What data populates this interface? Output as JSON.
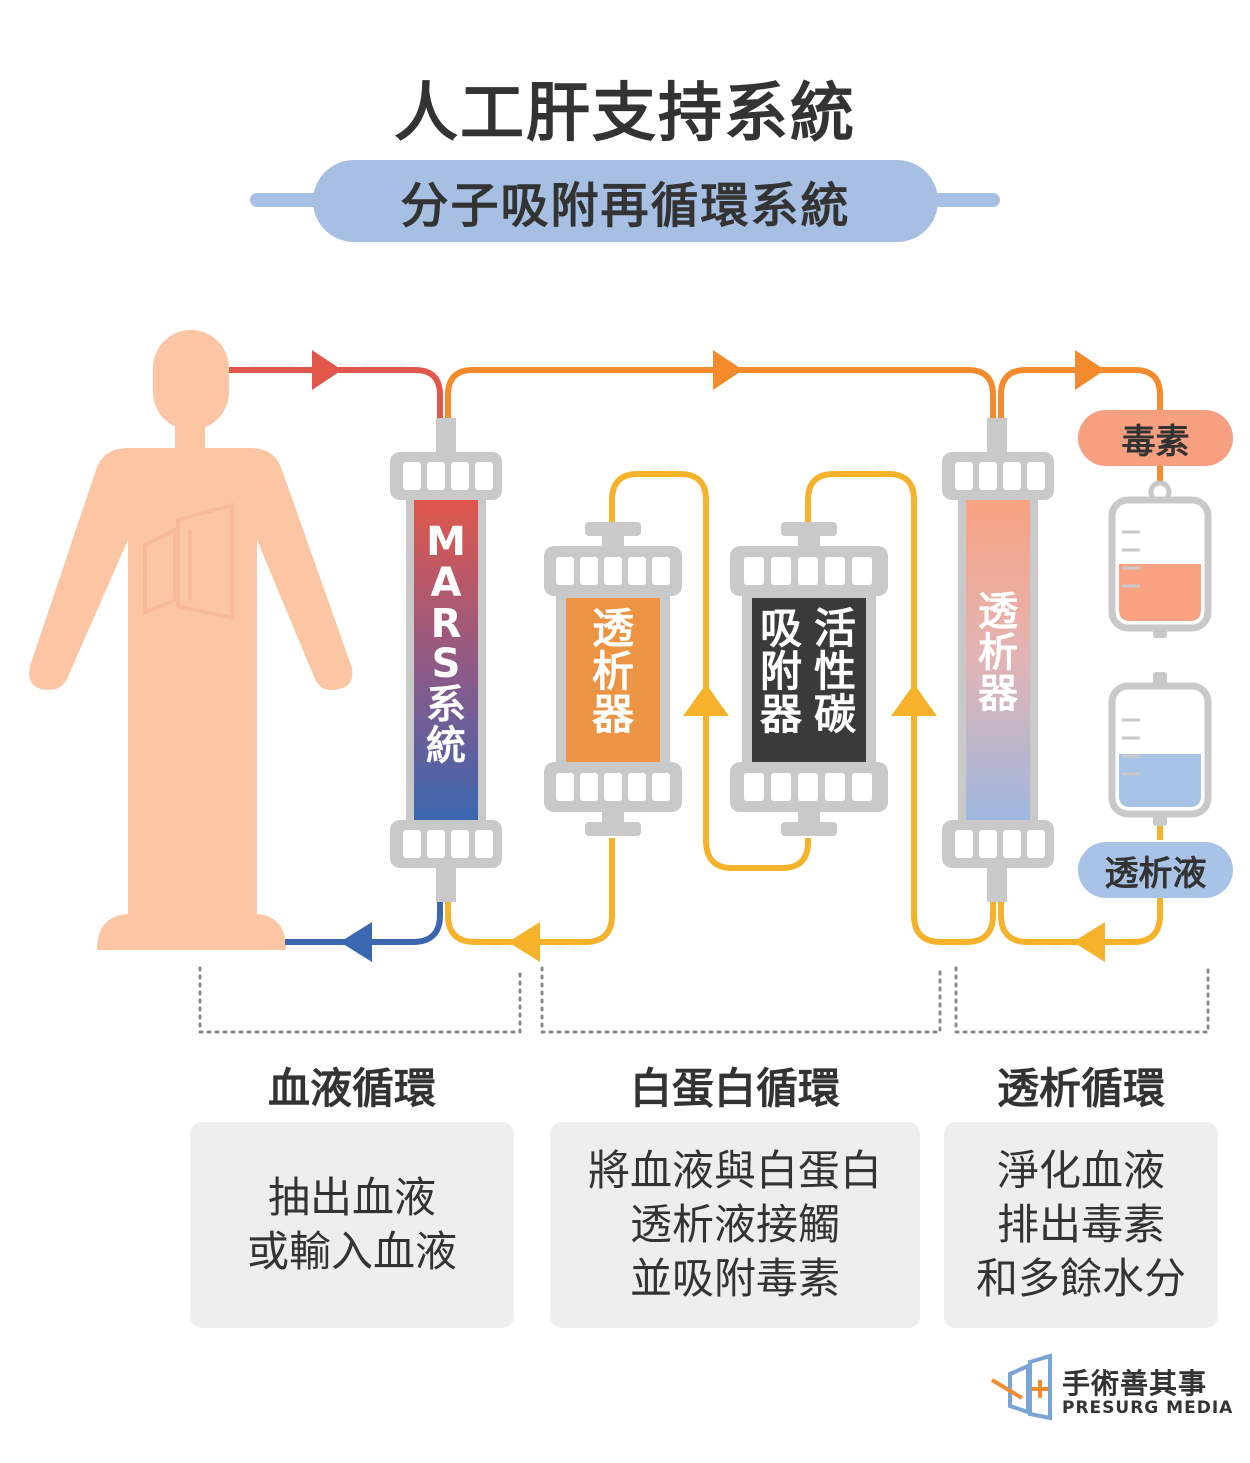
{
  "title": "人工肝支持系統",
  "subtitle": "分子吸附再循環系統",
  "colors": {
    "blood_red": "#e2574c",
    "albumin_orange": "#f58a2c",
    "dialysate_yellow": "#f5b22a",
    "return_blue": "#3b66b0",
    "skin": "#fcc5a4",
    "subtitle_blue": "#a7bfe2",
    "toxin_salmon": "#f7a081",
    "dialysate_blue": "#a9c3e6",
    "frame_gray": "#c9c9c9"
  },
  "columns": {
    "mars": [
      "M",
      "A",
      "R",
      "S",
      "系",
      "統"
    ],
    "dialyzer_mid": [
      "透",
      "析",
      "器"
    ],
    "adsorber_left": [
      "吸",
      "附",
      "器"
    ],
    "adsorber_right": [
      "活",
      "性",
      "碳"
    ],
    "dialyzer_right": [
      "透",
      "析",
      "器"
    ]
  },
  "bags": {
    "toxin_label": "毒素",
    "dialysate_label": "透析液"
  },
  "sections": [
    {
      "title": "血液循環",
      "lines": [
        "抽出血液",
        "或輸入血液"
      ]
    },
    {
      "title": "白蛋白循環",
      "lines": [
        "將血液與白蛋白",
        "透析液接觸",
        "並吸附毒素"
      ]
    },
    {
      "title": "透析循環",
      "lines": [
        "淨化血液",
        "排出毒素",
        "和多餘水分"
      ]
    }
  ],
  "brand": {
    "name_cn": "手術善其事",
    "name_en": "PRESURG MEDIA"
  }
}
